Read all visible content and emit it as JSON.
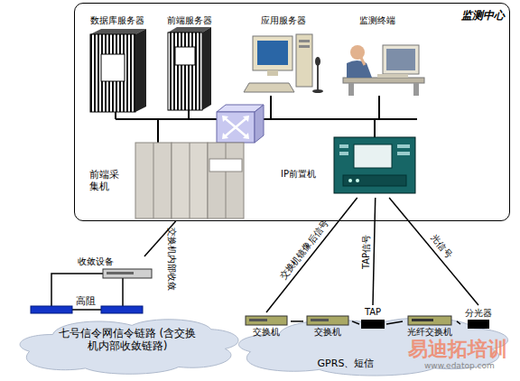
{
  "diagram": {
    "nodes": [
      {
        "text": [
          "监测中心"
        ]
      },
      {
        "text": [
          "数据库服务器"
        ],
        "in": 0
      },
      {
        "text": [
          "前端服务器"
        ],
        "in": 0
      },
      {
        "text": [
          "应用服务器"
        ],
        "in": 0
      },
      {
        "text": [
          "监测终端"
        ],
        "in": 0
      },
      {
        "text": [
          "前端采集机"
        ],
        "in": 0
      },
      {
        "text": [
          "IP前置机"
        ],
        "in": 0
      },
      {
        "text": [
          "收敛设备"
        ]
      },
      {
        "text": [
          "七号信令网信令链路 (含交换机内部收敛链路)"
        ]
      },
      {
        "text": [
          "GPRS、短信"
        ]
      },
      {
        "text": [
          "交换机"
        ],
        "in": 9
      },
      {
        "text": [
          "交换机"
        ],
        "in": 9
      },
      {
        "text": [
          "TAP"
        ],
        "in": 9
      },
      {
        "text": [
          "光纤交换机"
        ],
        "in": 9
      },
      {
        "text": [
          "分光器"
        ],
        "in": 9
      }
    ],
    "edges": [
      {
        "from": 5,
        "to": 7,
        "label": "交换机内部收敛",
        "arrow": "none"
      },
      {
        "from": 6,
        "to": 10,
        "label": "交换机镜像后信号",
        "arrow": "none"
      },
      {
        "from": 6,
        "to": 12,
        "label": "TAP信号",
        "arrow": "none"
      },
      {
        "from": 6,
        "to": 14,
        "label": "光信号",
        "arrow": "none"
      },
      {
        "from": 10,
        "to": 11,
        "arrow": "none"
      },
      {
        "from": 11,
        "to": 12,
        "arrow": "none"
      },
      {
        "from": 12,
        "to": 13,
        "arrow": "none"
      },
      {
        "from": 13,
        "to": 14,
        "arrow": "none"
      }
    ],
    "labels": [
      "高阻",
      "易迪拓培训",
      "www.edatop.com"
    ]
  }
}
